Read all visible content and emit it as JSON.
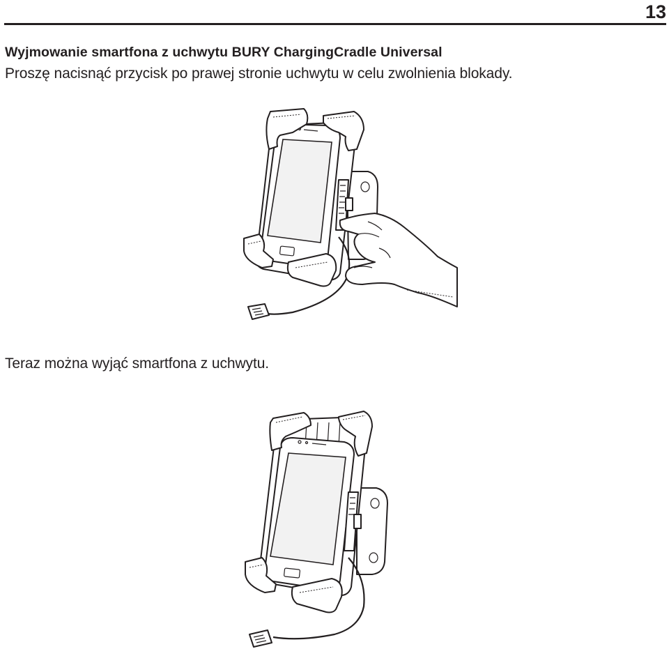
{
  "page": {
    "number": "13",
    "heading": "Wyjmowanie smartfona z uchwytu BURY ChargingCradle Universal",
    "instruction_1": "Proszę nacisnąć przycisk po prawej stronie uchwytu w celu zwolnienia blokady.",
    "instruction_2": "Teraz można wyjąć smartfona z uchwytu."
  },
  "illustrations": {
    "first": {
      "icon": "cradle-release-button-press-illustration"
    },
    "second": {
      "icon": "cradle-phone-released-illustration"
    }
  }
}
